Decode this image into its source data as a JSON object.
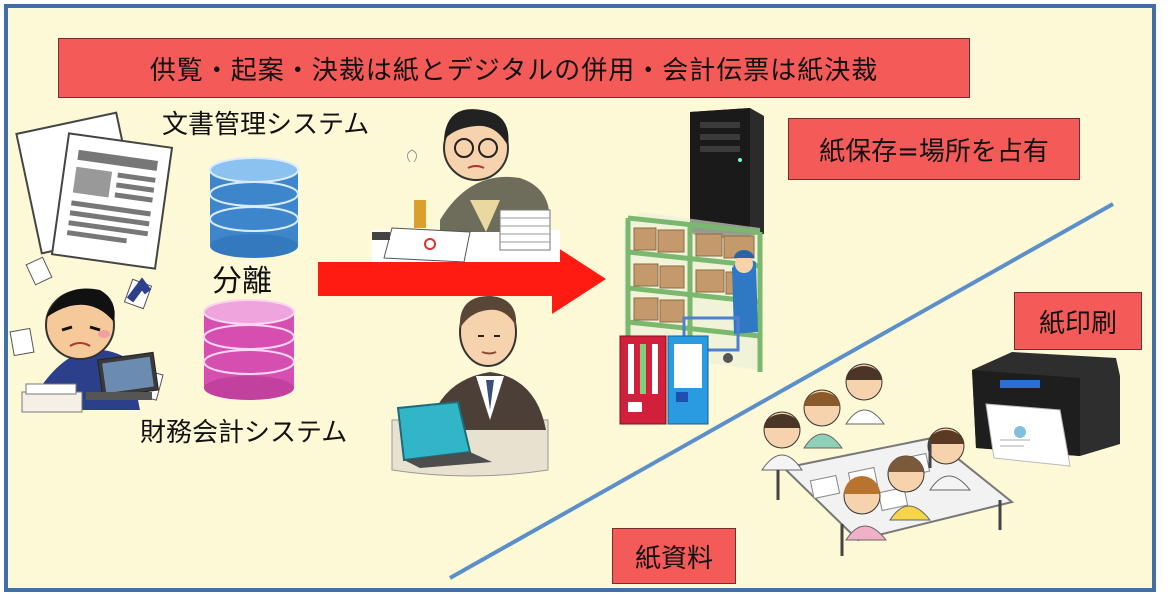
{
  "banner": {
    "text": "供覧・起案・決裁は紙とデジタルの併用・会計伝票は紙決裁"
  },
  "labels": {
    "doc_system": "文書管理システム",
    "separation": "分離",
    "finance_system": "財務会計システム"
  },
  "callouts": {
    "paper_storage": "紙保存=場所を占有",
    "paper_print": "紙印刷",
    "paper_materials": "紙資料"
  },
  "colors": {
    "banner_fill": "#f45b58",
    "frame_border": "#3f6fa7",
    "background": "#fdf8d6",
    "arrow": "#ff1a12",
    "divider_line": "#5b8fc9",
    "db_blue": "#3d86cc",
    "db_pink": "#d64fb0"
  },
  "icons": [
    "documents-icon",
    "stressed-worker-icon",
    "database-icon",
    "stamping-worker-icon",
    "manager-laptop-icon",
    "arrow-right-icon",
    "server-tower-icon",
    "storage-shelf-icon",
    "binder-icon",
    "printer-icon",
    "meeting-table-icon"
  ]
}
